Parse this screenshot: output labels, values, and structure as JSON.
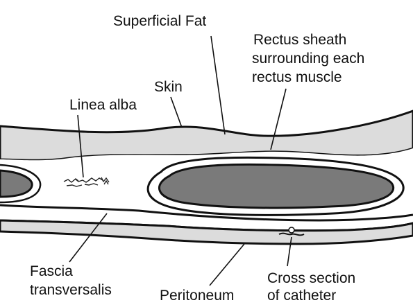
{
  "diagram": {
    "labels": {
      "superficial_fat": "Superficial Fat",
      "rectus_sheath_line1": "Rectus sheath",
      "rectus_sheath_line2": "surrounding each",
      "rectus_sheath_line3": "rectus muscle",
      "skin": "Skin",
      "linea_alba": "Linea alba",
      "fascia_line1": "Fascia",
      "fascia_line2": "transversalis",
      "peritoneum": "Peritoneum",
      "cross_section_line1": "Cross section",
      "cross_section_line2": "of catheter"
    },
    "colors": {
      "fat_fill": "#dcdcdc",
      "muscle_fill": "#7a7a7a",
      "outline": "#111111",
      "background": "#ffffff"
    }
  }
}
